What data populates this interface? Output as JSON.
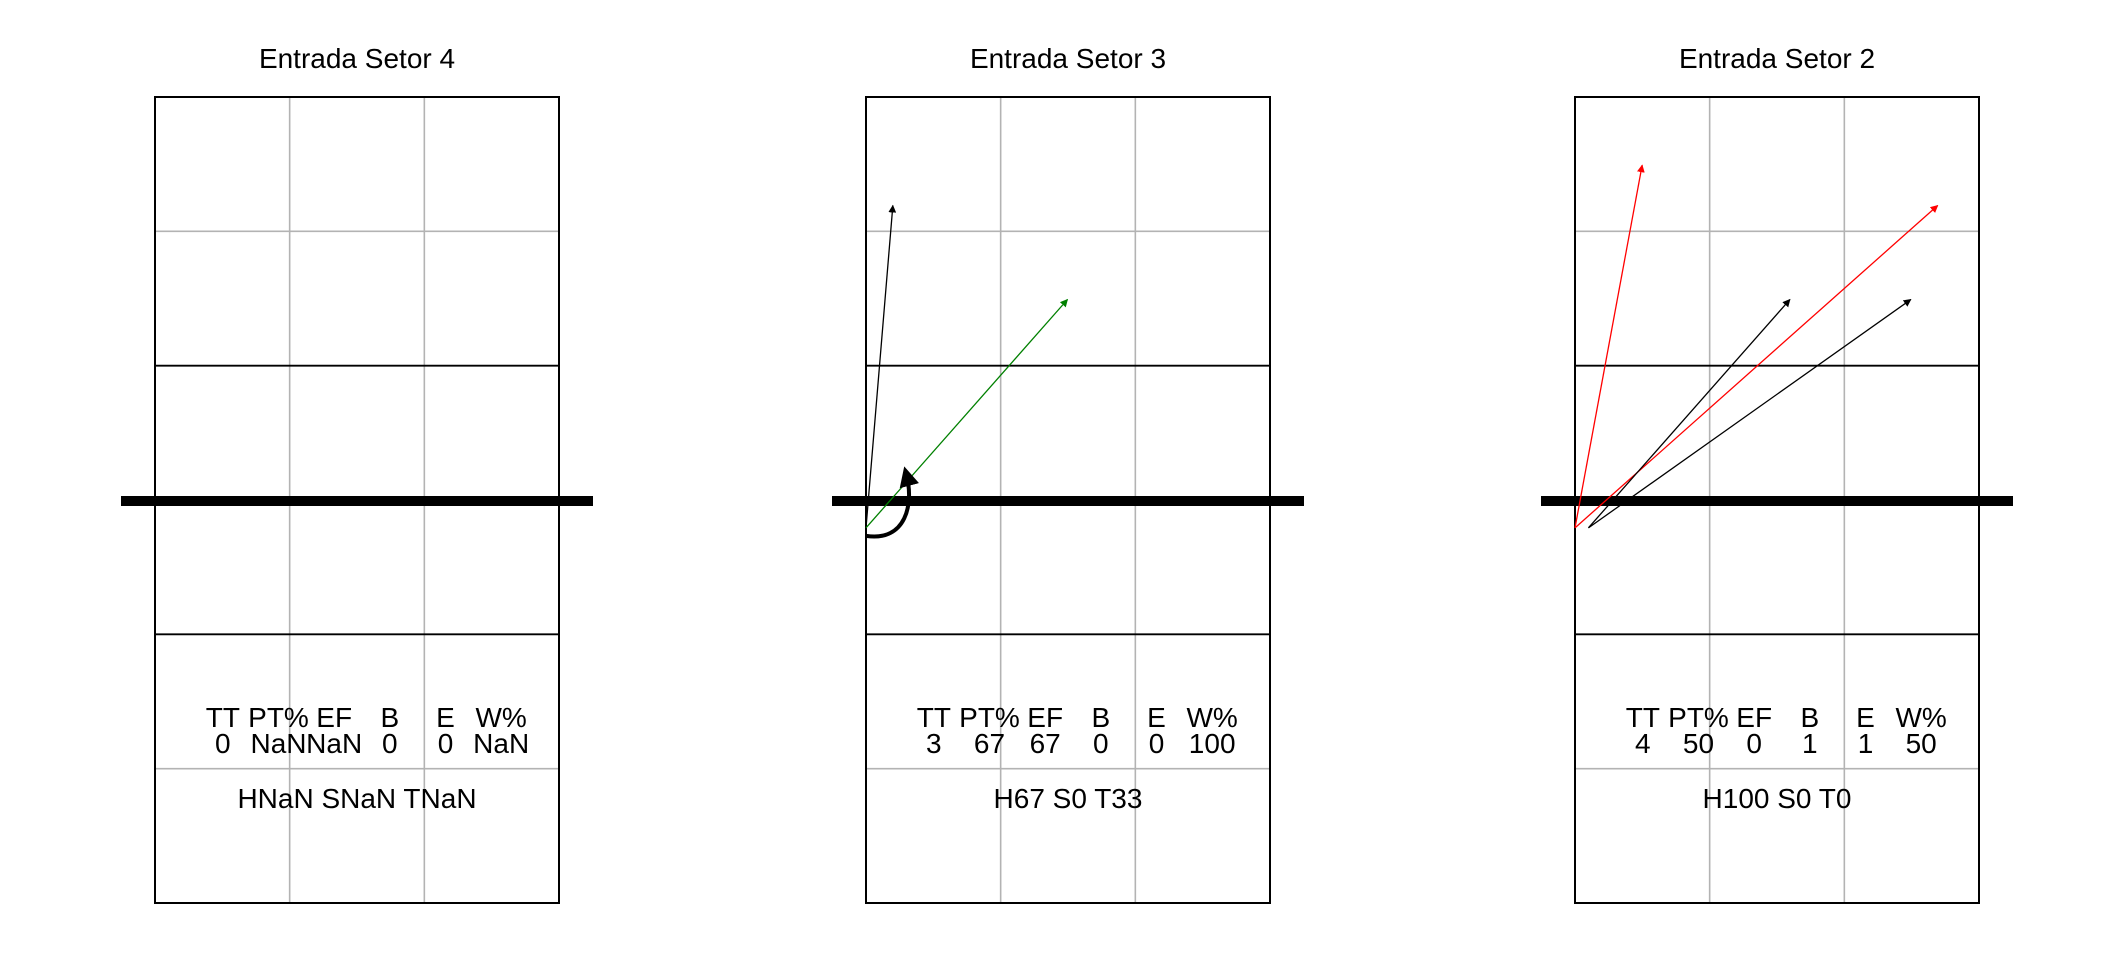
{
  "chart_data": [
    {
      "type": "court-diagram",
      "title": "Entrada Setor 4",
      "stats_header": [
        "TT",
        "PT%",
        "EF",
        "B",
        "E",
        "W%"
      ],
      "stats_values": [
        "0",
        "NaN",
        "NaN",
        "0",
        "0",
        "NaN"
      ],
      "footer": "HNaN SNaN TNaN",
      "grid": true,
      "arrows": []
    },
    {
      "type": "court-diagram",
      "title": "Entrada Setor 3",
      "stats_header": [
        "TT",
        "PT%",
        "EF",
        "B",
        "E",
        "W%"
      ],
      "stats_values": [
        "3",
        "67",
        "67",
        "0",
        "0",
        "100"
      ],
      "footer": "H67 S0 T33",
      "grid": true,
      "arrows": [
        {
          "from": [
            0.0,
            -0.2
          ],
          "to": [
            0.2,
            2.2
          ],
          "color": "#000000",
          "style": "straight"
        },
        {
          "from": [
            0.0,
            -0.2
          ],
          "to": [
            1.5,
            1.5
          ],
          "color": "#008000",
          "style": "straight"
        },
        {
          "from": [
            0.0,
            -0.2
          ],
          "to": [
            0.3,
            0.2
          ],
          "color": "#000000",
          "style": "curved-block"
        }
      ]
    },
    {
      "type": "court-diagram",
      "title": "Entrada Setor 2",
      "stats_header": [
        "TT",
        "PT%",
        "EF",
        "B",
        "E",
        "W%"
      ],
      "stats_values": [
        "4",
        "50",
        "0",
        "1",
        "1",
        "50"
      ],
      "footer": "H100 S0 T0",
      "grid": true,
      "arrows": [
        {
          "from": [
            0.0,
            -0.2
          ],
          "to": [
            0.5,
            2.5
          ],
          "color": "#ff0000",
          "style": "straight"
        },
        {
          "from": [
            0.0,
            -0.2
          ],
          "to": [
            2.7,
            2.2
          ],
          "color": "#ff0000",
          "style": "straight"
        },
        {
          "from": [
            0.1,
            -0.2
          ],
          "to": [
            1.6,
            1.5
          ],
          "color": "#000000",
          "style": "straight"
        },
        {
          "from": [
            0.1,
            -0.2
          ],
          "to": [
            2.5,
            1.5
          ],
          "color": "#000000",
          "style": "straight"
        }
      ]
    }
  ]
}
